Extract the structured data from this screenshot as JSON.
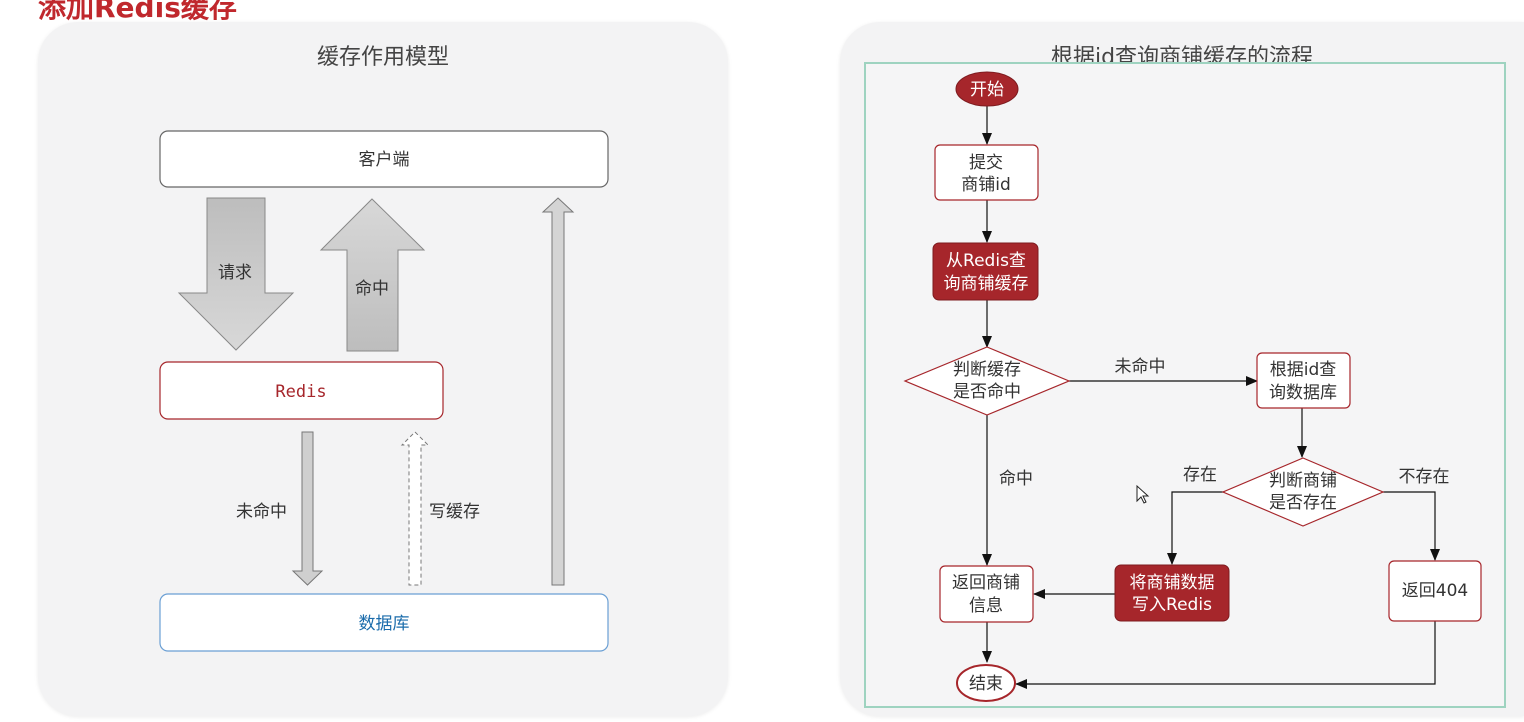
{
  "page_heading": "添加Redis缓存",
  "left_panel": {
    "title": "缓存作用模型",
    "client": "客户端",
    "redis": "Redis",
    "database": "数据库",
    "arrow_request": "请求",
    "arrow_hit": "命中",
    "arrow_miss": "未命中",
    "arrow_write": "写缓存"
  },
  "right_panel": {
    "title": "根据id查询商铺缓存的流程",
    "start": "开始",
    "submit_line1": "提交",
    "submit_line2": "商铺id",
    "query_redis_line1": "从Redis查",
    "query_redis_line2": "询商铺缓存",
    "judge_cache_line1": "判断缓存",
    "judge_cache_line2": "是否命中",
    "miss_label": "未命中",
    "hit_label": "命中",
    "query_db_line1": "根据id查",
    "query_db_line2": "询数据库",
    "judge_shop_line1": "判断商铺",
    "judge_shop_line2": "是否存在",
    "exists_label": "存在",
    "not_exists_label": "不存在",
    "write_redis_line1": "将商铺数据",
    "write_redis_line2": "写入Redis",
    "return_info_line1": "返回商铺",
    "return_info_line2": "信息",
    "return_404": "返回404",
    "end": "结束"
  },
  "colors": {
    "accent_red": "#a6262b",
    "heading_red": "#c0282d",
    "frame_green": "#9ed3c0",
    "db_blue": "#1b6cab"
  }
}
